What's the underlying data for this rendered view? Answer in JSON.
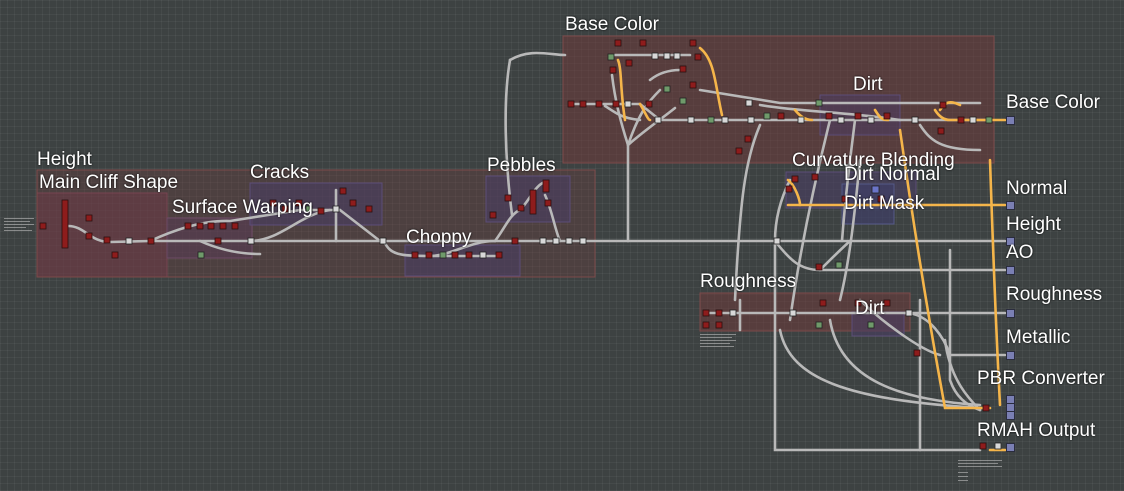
{
  "frames": {
    "height": "Height",
    "main_cliff_shape": "Main Cliff Shape",
    "surface_warping": "Surface Warping",
    "cracks": "Cracks",
    "choppy": "Choppy",
    "pebbles": "Pebbles",
    "base_color": "Base Color",
    "dirt_top": "Dirt",
    "curvature_blending": "Curvature Blending",
    "dirt_normal": "Dirt Normal",
    "dirt_mask": "Dirt Mask",
    "roughness": "Roughness",
    "dirt_roughness": "Dirt"
  },
  "outputs": {
    "base_color": "Base Color",
    "normal": "Normal",
    "height": "Height",
    "ao": "AO",
    "roughness": "Roughness",
    "metallic": "Metallic",
    "pbr_converter": "PBR Converter",
    "rmah_output": "RMAH Output"
  },
  "colors": {
    "canvas": "#3d4242",
    "wire": "#b9b9b9",
    "wire_color": "#f5b54a",
    "node_red": "#8e1c1c",
    "node_green": "#6f9a6a",
    "node_white": "#d8d8d8",
    "output_port": "#7a7fb3"
  }
}
